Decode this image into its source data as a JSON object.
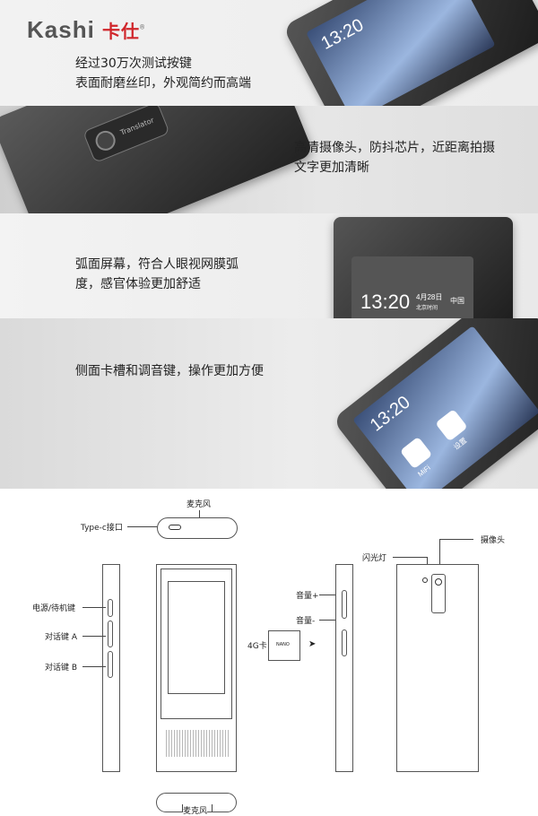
{
  "brand": {
    "logo_text": "Kashi",
    "logo_cn": "卡仕",
    "mark": "®"
  },
  "features": [
    {
      "lines": [
        "经过30万次测试按键",
        "表面耐磨丝印，外观简约而高端"
      ]
    },
    {
      "lines": [
        "高清摄像头，防抖芯片，近距离拍摄",
        "文字更加清晰"
      ]
    },
    {
      "lines": [
        "弧面屏幕，符合人眼视网膜弧",
        "度，感官体验更加舒适"
      ]
    },
    {
      "lines": [
        "侧面卡槽和调音键，操作更加方便"
      ]
    }
  ],
  "device_screen": {
    "time": "13:20",
    "date": "4月28日",
    "city_time": "北京时间",
    "region": "中国",
    "apps": [
      "MiFi",
      "设置"
    ]
  },
  "camera_module_text": "Translator",
  "diagram": {
    "top_mic": "麦克风",
    "type_c": "Type-c接口",
    "power": "电源/待机键",
    "talk_a": "对话键 A",
    "talk_b": "对话键 B",
    "vol_up": "音量+",
    "vol_down": "音量-",
    "sim": "4G卡",
    "sim_tray": "NANO",
    "flash": "闪光灯",
    "camera": "摄像头",
    "bottom_mic": "麦克风"
  },
  "colors": {
    "brand_red": "#d0262b"
  }
}
